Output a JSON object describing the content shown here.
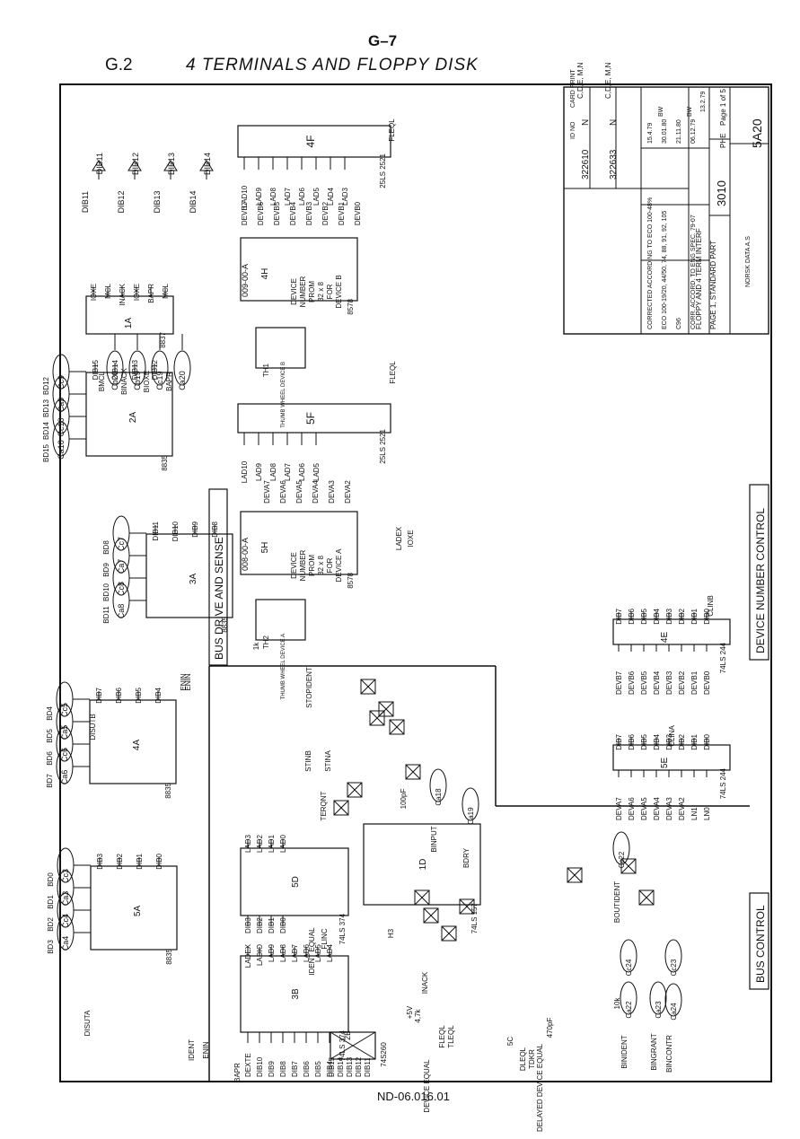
{
  "header": {
    "page_number": "G–7",
    "section": "G.2",
    "title": "4 TERMINALS AND FLOPPY DISK"
  },
  "footer": {
    "doc_number": "ND-06.016.01"
  },
  "areas": {
    "bus_drive_and_sense": "BUS DRIVE AND SENSE",
    "device_number_control": "DEVICE NUMBER CONTROL",
    "bus_control": "BUS CONTROL"
  },
  "chips": [
    {
      "ref": "5A",
      "type": "8835"
    },
    {
      "ref": "4A",
      "type": "8835"
    },
    {
      "ref": "3A",
      "type": "8835"
    },
    {
      "ref": "2A",
      "type": "8835"
    },
    {
      "ref": "1A",
      "type": "8837"
    },
    {
      "ref": "3B",
      "type": "74LS 374"
    },
    {
      "ref": "5D",
      "type": "74LS 374"
    },
    {
      "ref": "1D",
      "type": "74LS 157"
    },
    {
      "ref": "5H",
      "type": "8578",
      "code": "008-00-A"
    },
    {
      "ref": "5F",
      "type": "25LS 2521"
    },
    {
      "ref": "4H",
      "type": "8578",
      "code": "009-00-A"
    },
    {
      "ref": "4F",
      "type": "25LS 2521"
    },
    {
      "ref": "5E",
      "type": "74LS 244"
    },
    {
      "ref": "4E",
      "type": "74LS 244"
    }
  ],
  "prom_text": [
    "DEVICE",
    "NUMBER",
    "PROM",
    "32 x 8",
    "FOR"
  ],
  "prom_devices": [
    "DEVICE A",
    "DEVICE B"
  ],
  "thumbwheels": [
    {
      "ref": "TH2",
      "label": "THUMB WHEEL DEVICE A"
    },
    {
      "ref": "TH1",
      "label": "THUMB WHEEL DEVICE B"
    }
  ],
  "connectors_5a": [
    {
      "pin": "Ca4",
      "signal": "BD3"
    },
    {
      "pin": "Cc4",
      "signal": "BD2"
    },
    {
      "pin": "Ca3",
      "signal": "BD1"
    },
    {
      "pin": "Cc3",
      "signal": "BD0"
    }
  ],
  "connectors_4a": [
    {
      "pin": "Ca6",
      "signal": "BD7"
    },
    {
      "pin": "Cc6",
      "signal": "BD6"
    },
    {
      "pin": "Ca5",
      "signal": "BD5"
    },
    {
      "pin": "Cc5",
      "signal": "BD4"
    }
  ],
  "connectors_3a": [
    {
      "pin": "Ca8",
      "signal": "BD11"
    },
    {
      "pin": "Cc8",
      "signal": "BD10"
    },
    {
      "pin": "Ca7",
      "signal": "BD9"
    },
    {
      "pin": "Cc7",
      "signal": "BD8"
    }
  ],
  "connectors_2a": [
    {
      "pin": "Ca10",
      "signal": "BD15"
    },
    {
      "pin": "Cc10",
      "signal": "BD14"
    },
    {
      "pin": "Ca9",
      "signal": "BD13"
    },
    {
      "pin": "Cc9",
      "signal": "BD12"
    }
  ],
  "connectors_1a": [
    {
      "pin": "Cb20",
      "signal": "BMCL"
    },
    {
      "pin": "Cb19",
      "signal": "BINACK"
    },
    {
      "pin": "Cc19",
      "signal": "BIOXE"
    },
    {
      "pin": "Ca20",
      "signal": "BAPR"
    }
  ],
  "connectors_misc": [
    {
      "pin": "Ca18",
      "signal": "BINPUT"
    },
    {
      "pin": "Ca19",
      "signal": "BDRY"
    },
    {
      "pin": "Cc22",
      "signal": "BOUTIDENT"
    },
    {
      "pin": "Ca22",
      "signal": "BINIDENT"
    },
    {
      "pin": "Ca23",
      "signal": "BINGRANT"
    },
    {
      "pin": "Cc23",
      "signal": ""
    },
    {
      "pin": "Ca24",
      "signal": "BINCONTR"
    },
    {
      "pin": "Cc24",
      "signal": ""
    }
  ],
  "outputs_5a": [
    "DIB3",
    "DIB2",
    "DIB1",
    "DIB0"
  ],
  "outputs_4a": [
    "DIB7",
    "DIB6",
    "DIB5",
    "DIB4"
  ],
  "outputs_3a": [
    "DIB11",
    "DIB10",
    "DIB9",
    "DIB8"
  ],
  "outputs_2a": [
    "DIB15",
    "DIB14",
    "DIB13",
    "DIB12"
  ],
  "outputs_1a": [
    "IOXE",
    "MCL",
    "INACK",
    "IOXE",
    "BAPR",
    "MCL"
  ],
  "drivers_top": [
    {
      "in": "DIB11",
      "out": "DIB11"
    },
    {
      "in": "DIB12",
      "out": "DIB12"
    },
    {
      "in": "DIB13",
      "out": "DIB13"
    },
    {
      "in": "DIB14",
      "out": "DIB14"
    }
  ],
  "inputs_3b": [
    "DEXTE",
    "DIB10",
    "DIB9",
    "DIB8",
    "DIB7",
    "DIB6",
    "DIB5",
    "DIB4"
  ],
  "outputs_3b": [
    "LADEX",
    "LADIO",
    "LAD9",
    "LAD8",
    "LAD7",
    "LAD6",
    "LAD5",
    "LAD4"
  ],
  "inputs_2b": [
    "DIB15",
    "DIB14",
    "DIB13",
    "DIB12",
    "DIB11"
  ],
  "inputs_5d": [
    "DIB3",
    "DIB2",
    "DIB1",
    "DIB0"
  ],
  "outputs_5d": [
    "LAD3",
    "LAD2",
    "LAD1",
    "LAD0"
  ],
  "device_addr_a": [
    "DEVA7",
    "DEVA6",
    "DEVA5",
    "DEVA4",
    "DEVA3",
    "DEVA2"
  ],
  "device_addr_b": [
    "DEVB7",
    "DEVB6",
    "DEVB5",
    "DEVB4",
    "DEVB3",
    "DEVB2",
    "DEVB1",
    "DEVB0"
  ],
  "lad_5f": [
    "LAD10",
    "LAD9",
    "LAD8",
    "LAD7",
    "LAD6",
    "LAD5"
  ],
  "lad_4f": [
    "LAD10",
    "LAD9",
    "LAD8",
    "LAD7",
    "LAD6",
    "LAD5",
    "LAD4",
    "LAD3"
  ],
  "dib_4e": [
    "DIB7",
    "DIB6",
    "DIB5",
    "DIB4",
    "DIB3",
    "DIB2",
    "DIB1",
    "DIB0"
  ],
  "dib_5e": [
    "DIB7",
    "DIB6",
    "DIB5",
    "DIB4",
    "DIB3",
    "DIB2",
    "DIB1",
    "DIB0"
  ],
  "inputs_5e": [
    "DEVA7",
    "DEVA6",
    "DEVA5",
    "DEVA4",
    "DEVA3",
    "DEVA2",
    "LN1",
    "LN0"
  ],
  "misc_signals": {
    "disut_a": "DISUTA",
    "disut_b": "DISUTB",
    "enin": "ENIN",
    "ident": "IDENT",
    "bapr": "BAPR",
    "fleq": "FLEQL",
    "tleq": "TLEQL",
    "fleql0": "FLEQL",
    "stopident": "STOPIDENT",
    "stin_a": "STINA",
    "stin_b": "STINB",
    "terqnt": "TERQNT",
    "ladex": "LADEX",
    "ioxe": "IOXE",
    "inack": "INACK",
    "clin_a": "CLINA",
    "clin_b": "CLINB",
    "dleq": "DLEQL",
    "tdkr": "TDKR",
    "h3": "H3",
    "flinc": "FLINC",
    "device_equal": "DEVICE EQUAL",
    "ident_equal": "IDENT EQUAL",
    "delayed_device_equal": "DELAYED DEVICE EQUAL",
    "plus5v": "+5V",
    "r_4k7": "4,7k",
    "r_10k": "10k",
    "r_1k": "1k",
    "c_470pf": "470pF",
    "c_100pf": "100pF",
    "rn_74s260": "74S260",
    "pulse_5c": "5C"
  },
  "title_block": {
    "headers": [
      "ID NO",
      "CARD PRINT"
    ],
    "rows": [
      {
        "id": "322610",
        "card": "N",
        "rev": "C,D,E, M,N"
      },
      {
        "id": "322633",
        "card": "N",
        "rev": "C,D,E, M,N"
      }
    ],
    "history": [
      {
        "text": "CORRECTED ACCORDING TO ECO 100-48%",
        "date": "15.4.79"
      },
      {
        "text": "ECO 100-19/20, 44/50, 74, 88, 91, 92, 105",
        "date": "30.01.80"
      },
      {
        "text": "C96",
        "date": "21.11.80"
      },
      {
        "text": "CORR. ACCORD. TO ENG SPEC. 79-07",
        "date": "06.12.79"
      }
    ],
    "initials": [
      "BW",
      "BW"
    ],
    "drawing_title": "FLOPPY AND 4 TERM INTERF",
    "page_title": "PAGE 1, STANDARD PART",
    "company": "NORSK DATA A.S",
    "drawn_date": "13.2.79",
    "drawing_no": "3010",
    "checker": "PHE",
    "page": "Page 1 of 5",
    "card_id": "5A20"
  }
}
